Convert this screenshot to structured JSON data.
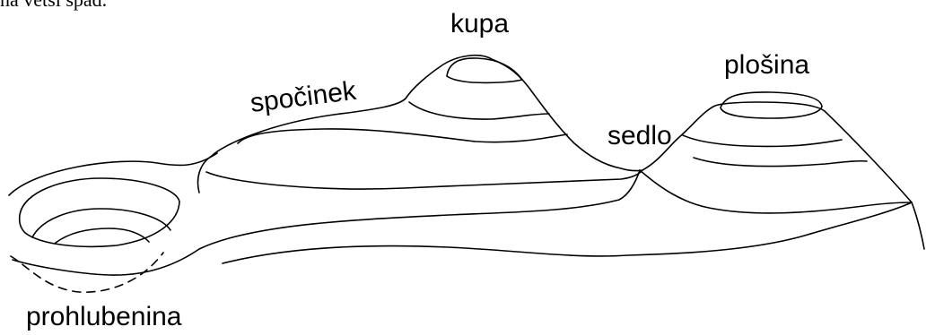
{
  "header_text": "na větší spád.",
  "labels": {
    "kupa": "kupa",
    "plosina": "plošina",
    "spocinek": "spočinek",
    "sedlo": "sedlo",
    "prohlubenina": "prohlubenina"
  }
}
